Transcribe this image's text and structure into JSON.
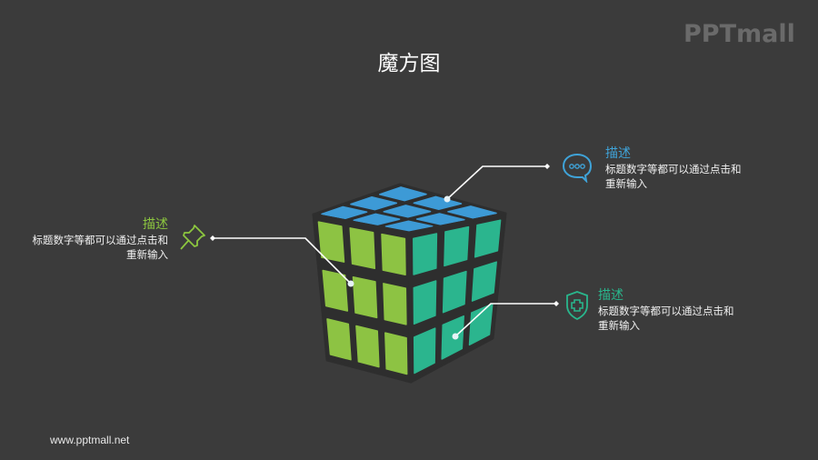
{
  "logo": "PPTmall",
  "title": "魔方图",
  "footer": "www.pptmall.net",
  "colors": {
    "background": "#3b3b3b",
    "top_face": "#3d9ad6",
    "left_face": "#8dc343",
    "right_face": "#2bb58e",
    "blue_accent": "#3fa3d8",
    "green_accent": "#8cc63f",
    "teal_accent": "#29b68c"
  },
  "callouts": [
    {
      "id": "top-right",
      "icon": "chat-bubble-icon",
      "heading": "描述",
      "text": "标题数字等都可以通过点击和重新输入"
    },
    {
      "id": "left",
      "icon": "pushpin-icon",
      "heading": "描述",
      "text": "标题数字等都可以通过点击和重新输入"
    },
    {
      "id": "bottom-right",
      "icon": "shield-plus-icon",
      "heading": "描述",
      "text": "标题数字等都可以通过点击和重新输入"
    }
  ]
}
